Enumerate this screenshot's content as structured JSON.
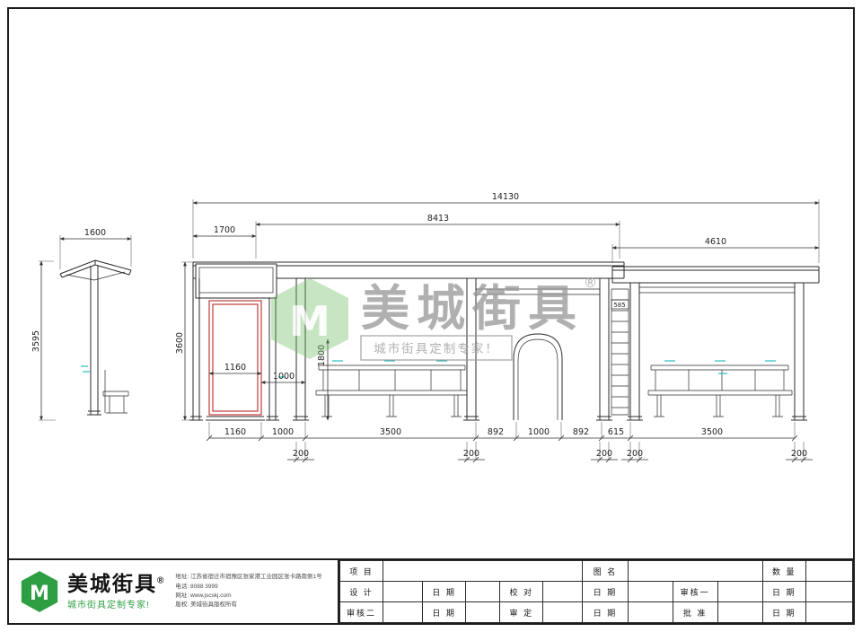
{
  "dims": {
    "side_width": "1600",
    "side_height": "3595",
    "total": "14130",
    "seg_mid": "8413",
    "seg_left": "1700",
    "seg_right": "4610",
    "height": "3600",
    "back_height": "1800",
    "lightbox_width": "1160",
    "gap": "1000",
    "panel": "585",
    "bottom": [
      "1160",
      "1000",
      "3500",
      "892",
      "1000",
      "892",
      "615",
      "3500"
    ],
    "columns": [
      "200",
      "200",
      "200",
      "200",
      "200"
    ]
  },
  "watermark": {
    "brand": "美城街具",
    "reg": "®",
    "slogan": "城市街具定制专家！",
    "logo_letter": "M"
  },
  "brand": {
    "name": "美城街具",
    "reg": "®",
    "slogan": "城市街具定制专家!",
    "logo_letter": "M",
    "address": "地址: 江苏省宿迁市宿豫区张家港工业园区张卡路南侧1号",
    "phone": "电话: 8088 3999",
    "website": "网址: www.jscskj.com",
    "copyright": "版权: 美城街具版权所有"
  },
  "title_table": {
    "project": "项 目",
    "drawing": "图 名",
    "qty": "数 量",
    "design": "设 计",
    "date": "日 期",
    "proof": "校 对",
    "review1": "审核一",
    "review2": "审核二",
    "approve": "审 定",
    "ratify": "批 准"
  },
  "colors": {
    "accent_green": "#2e9e43",
    "lightbox_red": "#c23b3b",
    "cyan_marks": "#00b2b2",
    "watermark_gray": "#9a9a9a"
  }
}
